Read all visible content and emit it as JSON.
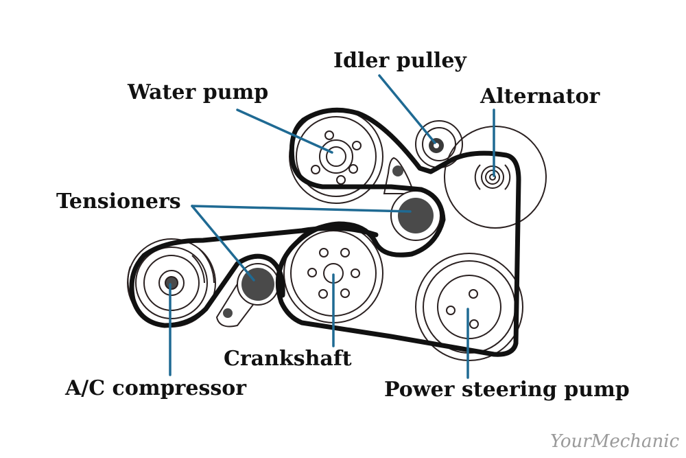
{
  "labels": {
    "idler_pulley": "Idler pulley",
    "water_pump": "Water pump",
    "alternator": "Alternator",
    "tensioners": "Tensioners",
    "crankshaft": "Crankshaft",
    "ac_compressor": "A/C compressor",
    "power_steering_pump": "Power steering pump"
  },
  "watermark": "YourMechanic",
  "colors": {
    "belt": "#111111",
    "outline": "#2a2020",
    "leader": "#1f6a93",
    "hub": "#4a4a4a",
    "label": "#111111",
    "watermark": "#9a9a9a"
  }
}
